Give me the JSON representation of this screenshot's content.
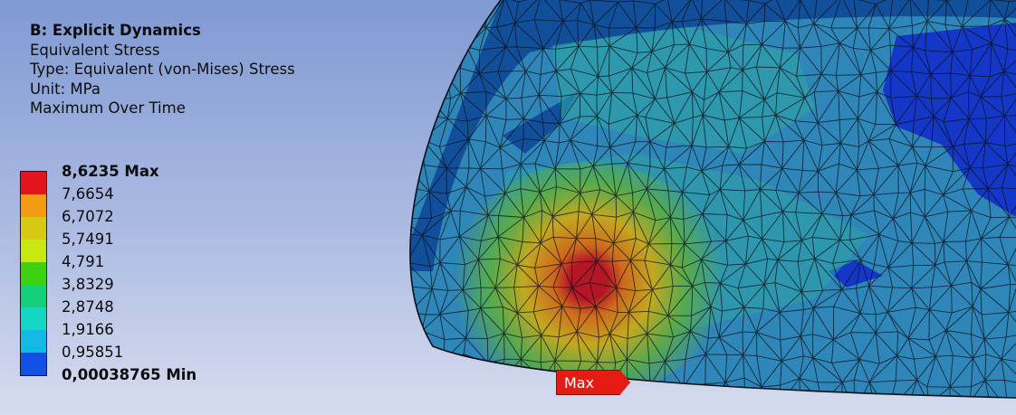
{
  "result": {
    "system": "B: Explicit Dynamics",
    "quantity": "Equivalent Stress",
    "type_line": "Type: Equivalent (von-Mises) Stress",
    "unit_line": "Unit: MPa",
    "time_line": "Maximum Over Time"
  },
  "legend": {
    "labels": [
      "8,6235 Max",
      "7,6654",
      "6,7072",
      "5,7491",
      "4,791",
      "3,8329",
      "2,8748",
      "1,9166",
      "0,95851",
      "0,00038765 Min"
    ],
    "colors": [
      "#e3141a",
      "#f39a14",
      "#d7c812",
      "#c8e812",
      "#3ed112",
      "#14cf7a",
      "#14d6c5",
      "#14b8e6",
      "#1450e6"
    ],
    "bold_ends": true
  },
  "probe": {
    "label": "Max",
    "color": "#e61b14"
  },
  "mesh": {
    "colors": {
      "base": "#2f86b8",
      "edge_band": "#124f9a",
      "dark_blue": "#1437c8",
      "teal": "#2ea7a4",
      "green": "#5fae3c",
      "yellow": "#c3a820",
      "orange": "#cd6a1c",
      "red": "#b41625",
      "wire": "#0b1018"
    }
  }
}
